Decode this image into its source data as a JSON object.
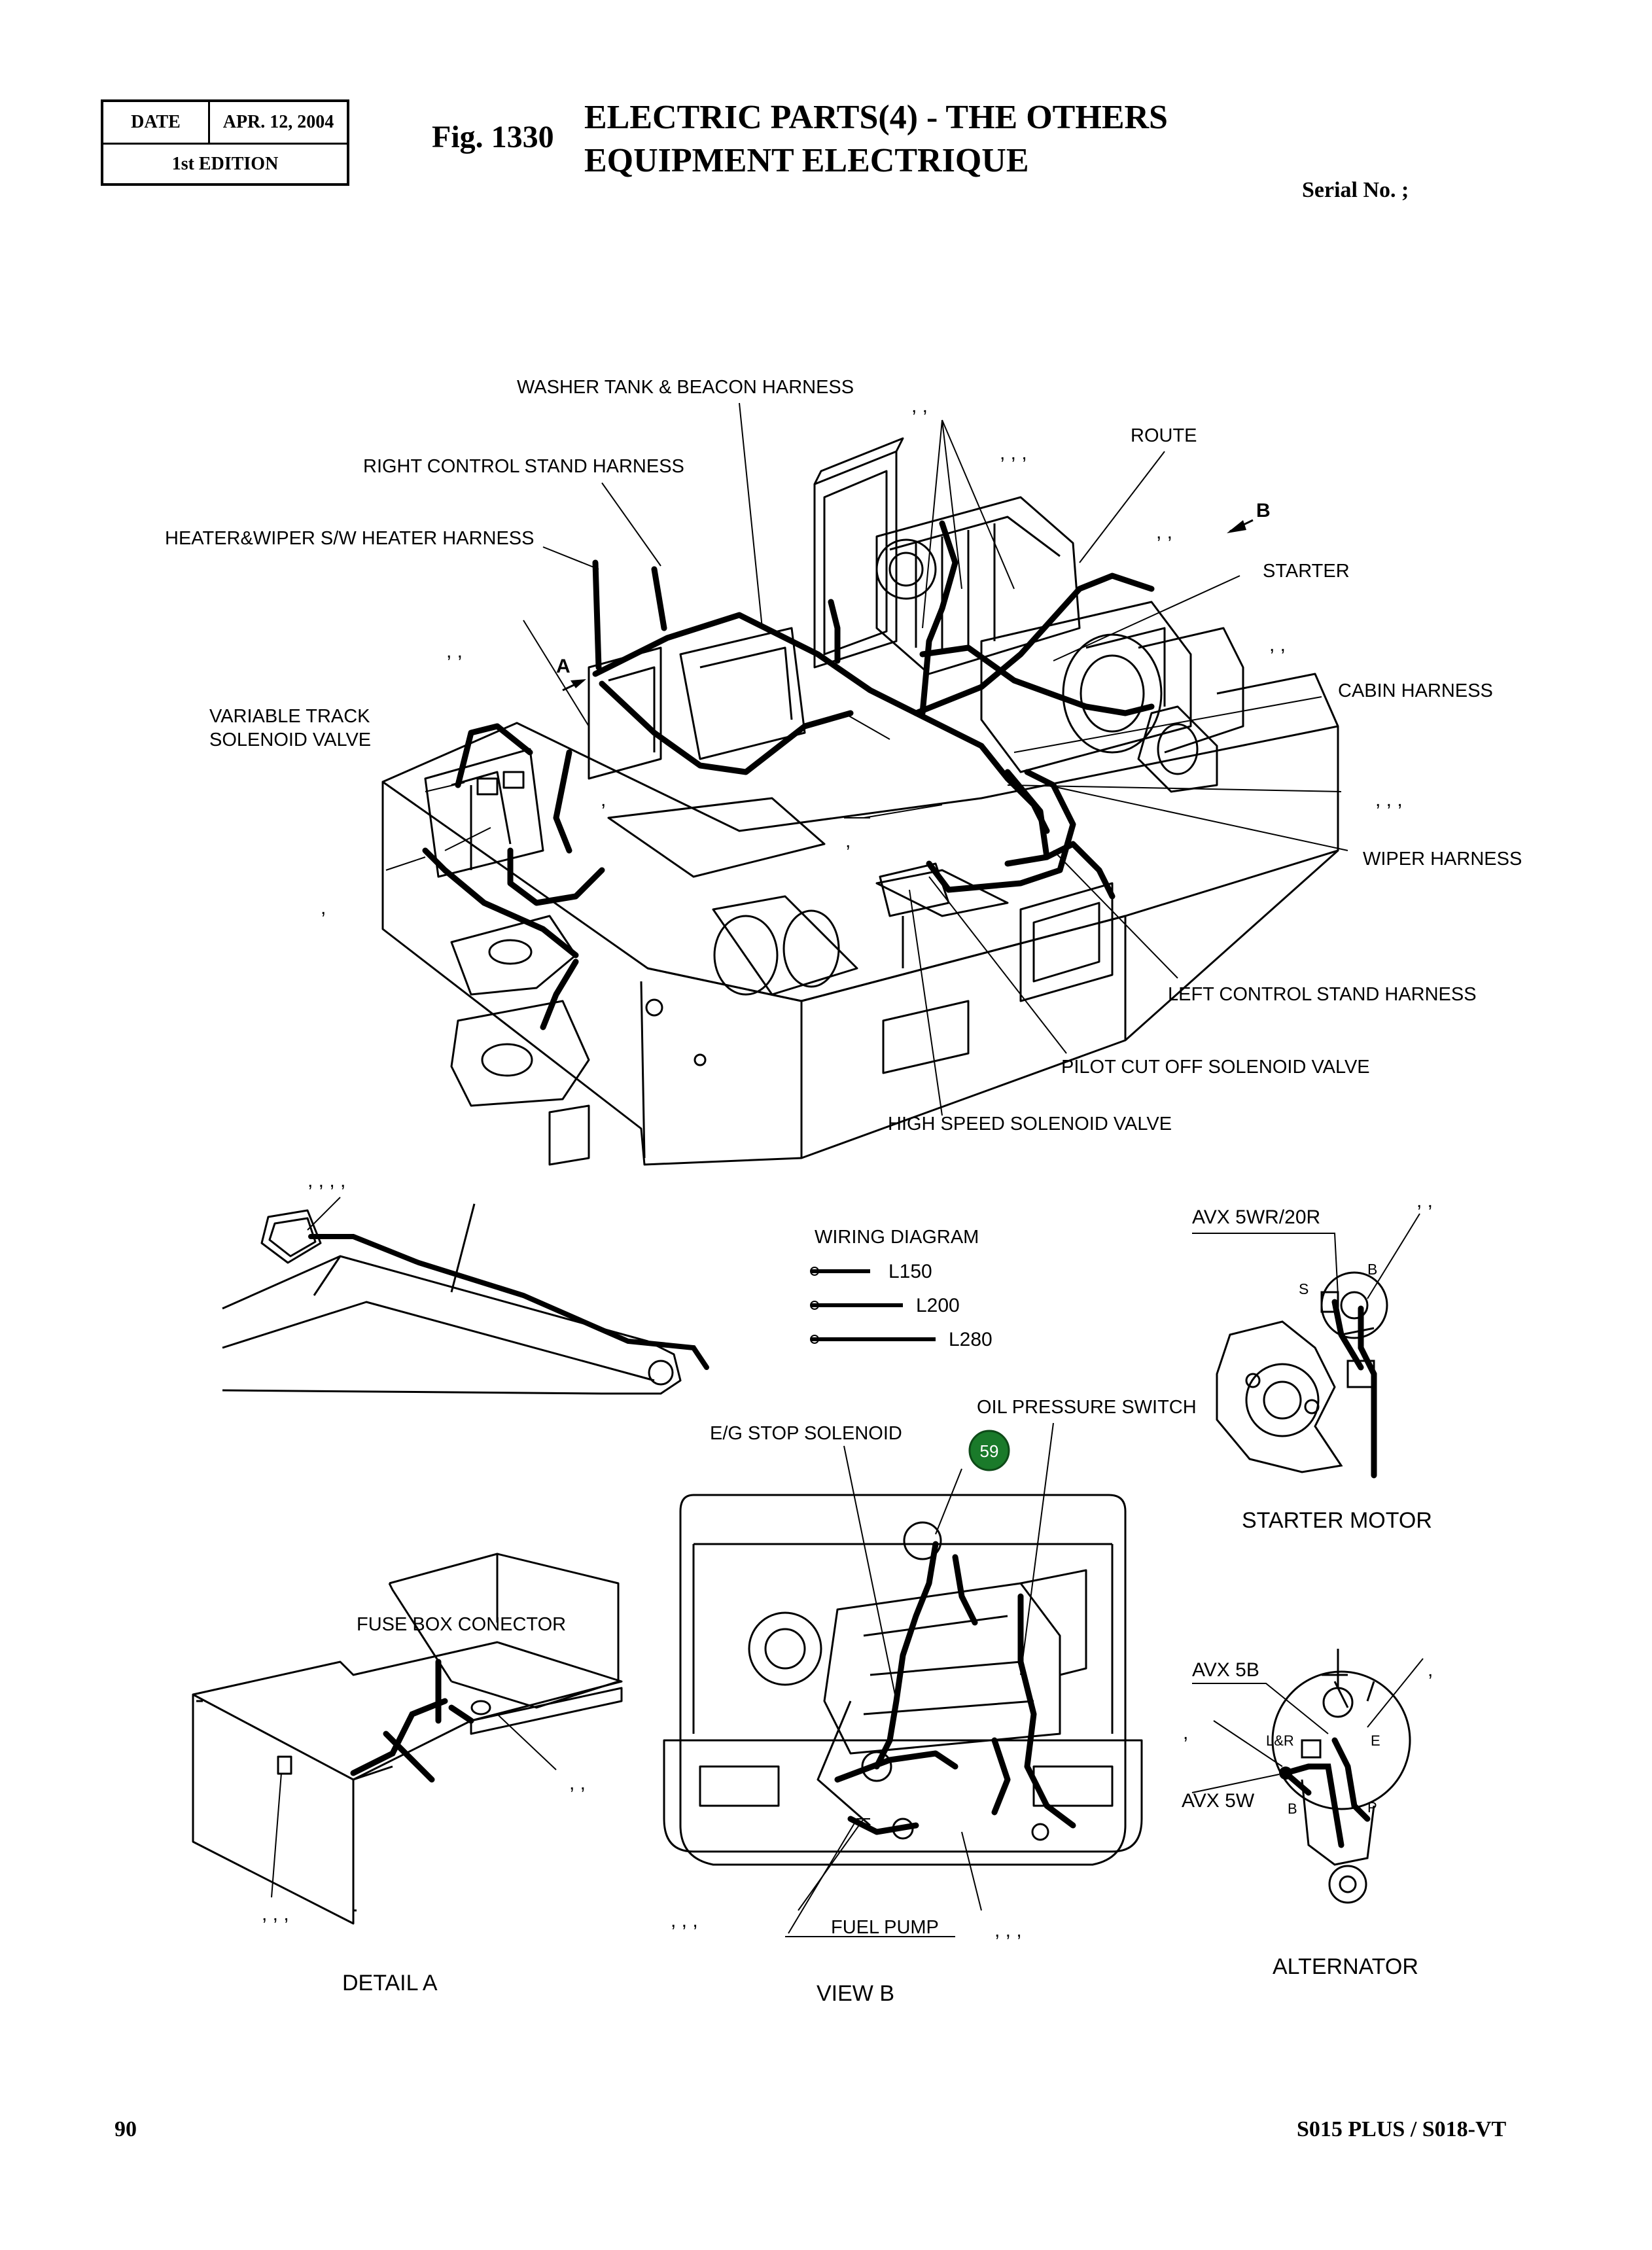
{
  "header": {
    "date_label": "DATE",
    "date_value": "APR. 12, 2004",
    "edition": "1st EDITION",
    "fig_number": "Fig. 1330",
    "title_line1": "ELECTRIC PARTS(4) - THE OTHERS",
    "title_line2": "EQUIPMENT ELECTRIQUE",
    "serial_label": "Serial No. ;"
  },
  "labels": {
    "washer_tank": "WASHER TANK & BEACON HARNESS",
    "right_control": "RIGHT CONTROL STAND HARNESS",
    "heater_wiper": "HEATER&WIPER S/W HEATER HARNESS",
    "variable_track_1": "VARIABLE TRACK",
    "variable_track_2": "SOLENOID VALVE",
    "route": "ROUTE",
    "starter": "STARTER",
    "cabin_harness": "CABIN HARNESS",
    "wiper_harness": "WIPER HARNESS",
    "left_control": "LEFT CONTROL STAND HARNESS",
    "pilot_cut": "PILOT CUT OFF SOLENOID VALVE",
    "high_speed": "HIGH SPEED SOLENOID VALVE",
    "arrow_a": "A",
    "arrow_b": "B",
    "wiring_diagram": "WIRING DIAGRAM",
    "l150": "L150",
    "l200": "L200",
    "l280": "L280",
    "oil_pressure": "OIL PRESSURE SWITCH",
    "eg_stop": "E/G STOP SOLENOID",
    "badge": "59",
    "avx_5wr": "AVX 5WR/20R",
    "s": "S",
    "b": "B",
    "starter_motor": "STARTER MOTOR",
    "fuse_box": "FUSE BOX CONECTOR",
    "avx_5b": "AVX 5B",
    "avx_5w": "AVX 5W",
    "lr": "L&R",
    "e": "E",
    "p": "P",
    "alt_b": "B",
    "alternator": "ALTERNATOR",
    "fuel_pump": "FUEL PUMP",
    "detail_a": "DETAIL  A",
    "view_b": "VIEW  B"
  },
  "commas": {
    "c1": ",  ,",
    "c2": ",  ,  ,",
    "c3": ",  ,",
    "c4": ",  ,",
    "c5": ",  ,",
    "c6": ",  ,  ,",
    "c7": ",",
    "c8": ",",
    "c9": ",",
    "c10": ",  ,  ,  ,",
    "c11": ",  ,",
    "c12": ",",
    "c13": ",",
    "c14": ",  ,",
    "c15": ",  ,  ,",
    "c16": ",  ,  ,",
    "c17": ",  ,  ,"
  },
  "footer": {
    "page": "90",
    "model": "S015 PLUS / S018-VT"
  },
  "colors": {
    "ink": "#000000",
    "badge_fill": "#1a7a2a",
    "badge_text": "#ffffff"
  }
}
